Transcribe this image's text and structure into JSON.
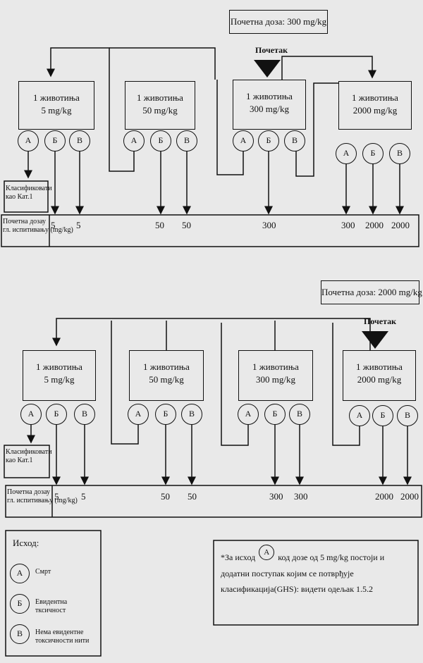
{
  "top": {
    "start_dose": "Почетна доза: 300 mg/kg",
    "start_label": "Почетак",
    "animals": [
      {
        "line1": "1 животиња",
        "line2": "5 mg/kg"
      },
      {
        "line1": "1 животиња",
        "line2": "50 mg/kg"
      },
      {
        "line1": "1 животиња",
        "line2": "300 mg/kg"
      },
      {
        "line1": "1 животиња",
        "line2": "2000 mg/kg"
      }
    ],
    "outcomes": [
      "А",
      "Б",
      "В",
      "А",
      "Б",
      "В",
      "А",
      "Б",
      "В",
      "А",
      "Б",
      "В"
    ],
    "classify": [
      "Класификовати",
      "као Кат.1"
    ],
    "dose_row_label": [
      "Почетна дозау",
      "гл. испитивању (mg/kg)"
    ],
    "doses": [
      "5",
      "5",
      "50",
      "50",
      "300",
      "300",
      "2000",
      "2000"
    ]
  },
  "bottom": {
    "start_dose": "Почетна доза: 2000 mg/kg",
    "start_label": "Почетак",
    "animals": [
      {
        "line1": "1 животиња",
        "line2": "5 mg/kg"
      },
      {
        "line1": "1 животиња",
        "line2": "50 mg/kg"
      },
      {
        "line1": "1 животиња",
        "line2": "300 mg/kg"
      },
      {
        "line1": "1 животиња",
        "line2": "2000 mg/kg"
      }
    ],
    "outcomes": [
      "А",
      "Б",
      "В",
      "А",
      "Б",
      "В",
      "А",
      "Б",
      "В",
      "А",
      "Б",
      "В"
    ],
    "classify": [
      "Класификовати",
      "као Кат.1"
    ],
    "dose_row_label": [
      "Почетна дозау",
      "гл. испитивању (mg/kg)"
    ],
    "doses": [
      "5",
      "5",
      "50",
      "50",
      "300",
      "300",
      "2000",
      "2000"
    ]
  },
  "legend": {
    "title": "Исход:",
    "items": [
      {
        "sym": "А",
        "text": "Смрт"
      },
      {
        "sym": "Б",
        "text": "Евидентна тксичност"
      },
      {
        "sym": "В",
        "text": "Нема евидентне токсичности нити"
      }
    ]
  },
  "note": {
    "prefix": "*За исход",
    "sym": "А",
    "text": "код дозе од 5 mg/kg постоји и додатни поступак којим се потврђује класификација(GHS): видети одељак 1.5.2"
  }
}
